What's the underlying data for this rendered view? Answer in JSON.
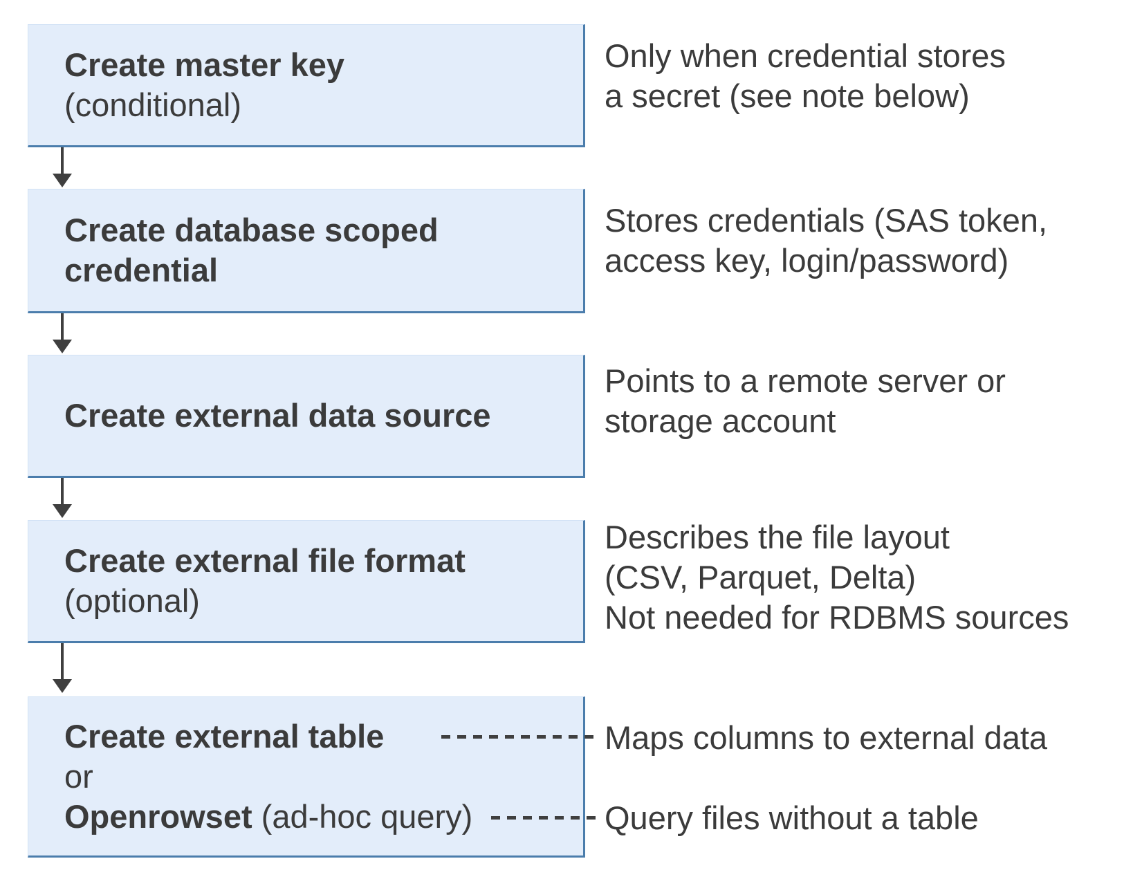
{
  "colors": {
    "box_fill": "#e3edfa",
    "box_border": "#4b7dac",
    "arrow": "#3f3f3f",
    "text": "#3b3b3b"
  },
  "boxes": [
    {
      "bold": "Create master key",
      "note": "(conditional)"
    },
    {
      "bold": "Create database scoped credential",
      "note": ""
    },
    {
      "bold": "Create external data source",
      "note": ""
    },
    {
      "bold": "Create external file format",
      "note": "(optional)"
    },
    {
      "line1_bold": "Create external table",
      "line2": "or",
      "line3_bold": "Openrowset",
      "line3_normal": " (ad-hoc query)"
    }
  ],
  "annotations": [
    {
      "lines": [
        "Only when credential stores",
        "a secret (see note below)"
      ]
    },
    {
      "lines": [
        "Stores credentials (SAS token,",
        "access key, login/password)"
      ]
    },
    {
      "lines": [
        "Points to a remote server or",
        "storage account"
      ]
    },
    {
      "lines": [
        "Describes the file layout",
        "(CSV, Parquet, Delta)",
        "Not needed for RDBMS sources"
      ]
    },
    {
      "lines": [
        "Maps columns to external data"
      ]
    },
    {
      "lines": [
        "Query files without a table"
      ]
    }
  ]
}
